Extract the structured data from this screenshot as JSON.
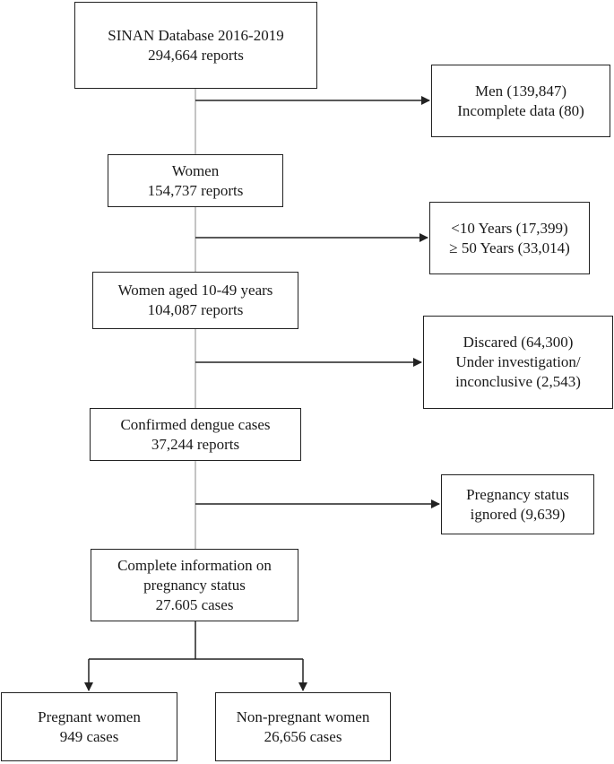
{
  "flowchart": {
    "main": [
      {
        "id": "sinan",
        "lines": [
          "SINAN Database 2016-2019",
          "294,664 reports"
        ]
      },
      {
        "id": "women",
        "lines": [
          "Women",
          "154,737 reports"
        ]
      },
      {
        "id": "aged",
        "lines": [
          "Women aged 10-49 years",
          "104,087 reports"
        ]
      },
      {
        "id": "confirmed",
        "lines": [
          "Confirmed dengue cases",
          "37,244 reports"
        ]
      },
      {
        "id": "complete",
        "lines": [
          "Complete information on",
          "pregnancy status",
          "27.605 cases"
        ]
      }
    ],
    "excluded": [
      {
        "id": "men",
        "lines": [
          "Men (139,847)",
          "Incomplete data (80)"
        ]
      },
      {
        "id": "age",
        "lines": [
          "<10 Years (17,399)",
          "≥ 50 Years (33,014)"
        ]
      },
      {
        "id": "discarded",
        "lines": [
          "Discared (64,300)",
          "Under investigation/",
          "inconclusive (2,543)"
        ]
      },
      {
        "id": "ignored",
        "lines": [
          "Pregnancy status",
          "ignored (9,639)"
        ]
      }
    ],
    "outcomes": [
      {
        "id": "pregnant",
        "lines": [
          "Pregnant women",
          "949 cases"
        ]
      },
      {
        "id": "nonpregnant",
        "lines": [
          "Non-pregnant women",
          "26,656 cases"
        ]
      }
    ]
  }
}
